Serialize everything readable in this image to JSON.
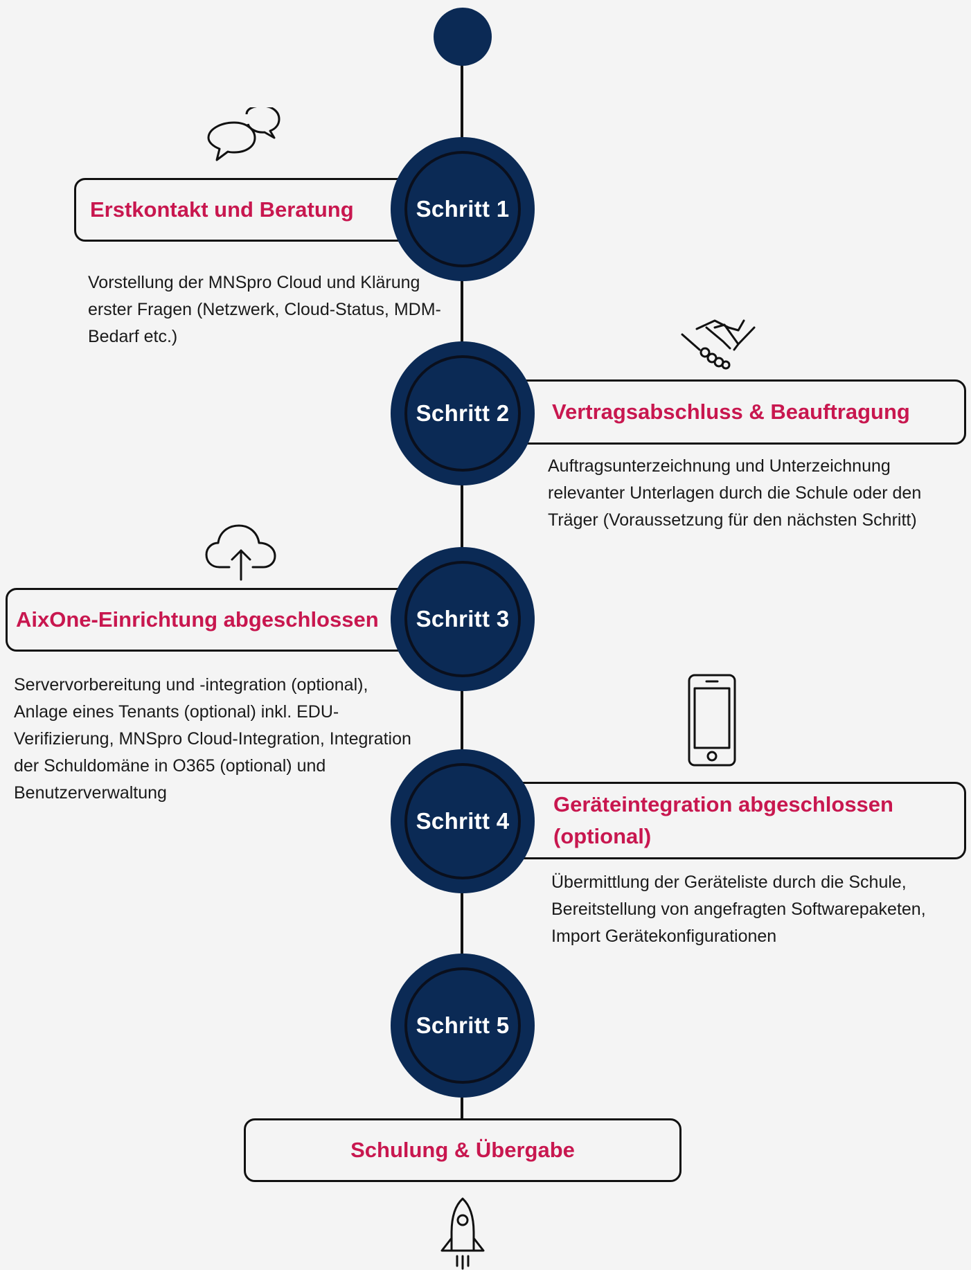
{
  "steps": [
    {
      "label": "Schritt 1",
      "title": "Erstkontakt und Beratung",
      "description_lines": [
        "Vorstellung der MNSpro Cloud und Klärung",
        "erster Fragen (Netzwerk, Cloud-Status, MDM-",
        "Bedarf etc.)"
      ],
      "icon": "chat-bubbles-icon"
    },
    {
      "label": "Schritt 2",
      "title": "Vertragsabschluss & Beauftragung",
      "description_lines": [
        "Auftragsunterzeichnung und Unterzeichnung",
        "relevanter Unterlagen durch die Schule oder den",
        "Träger (Voraussetzung für den nächsten Schritt)"
      ],
      "icon": "handshake-icon"
    },
    {
      "label": "Schritt 3",
      "title": "AixOne-Einrichtung abgeschlossen",
      "description_lines": [
        "Servervorbereitung und -integration (optional),",
        "Anlage eines Tenants (optional) inkl. EDU-",
        "Verifizierung, MNSpro Cloud-Integration, Integration",
        "der Schuldomäne in O365 (optional) und",
        "Benutzerverwaltung"
      ],
      "icon": "cloud-upload-icon"
    },
    {
      "label": "Schritt 4",
      "title_lines": [
        "Geräteintegration abgeschlossen",
        "(optional)"
      ],
      "description_lines": [
        "Übermittlung der Geräteliste durch die Schule,",
        "Bereitstellung von angefragten Softwarepaketen,",
        "Import Gerätekonfigurationen"
      ],
      "icon": "smartphone-icon"
    },
    {
      "label": "Schritt 5",
      "title": "Schulung & Übergabe",
      "icon": "rocket-icon"
    }
  ],
  "colors": {
    "navy": "#0b2a55",
    "accent": "#c8174f",
    "text": "#1a1a1a",
    "background": "#f4f4f4"
  }
}
